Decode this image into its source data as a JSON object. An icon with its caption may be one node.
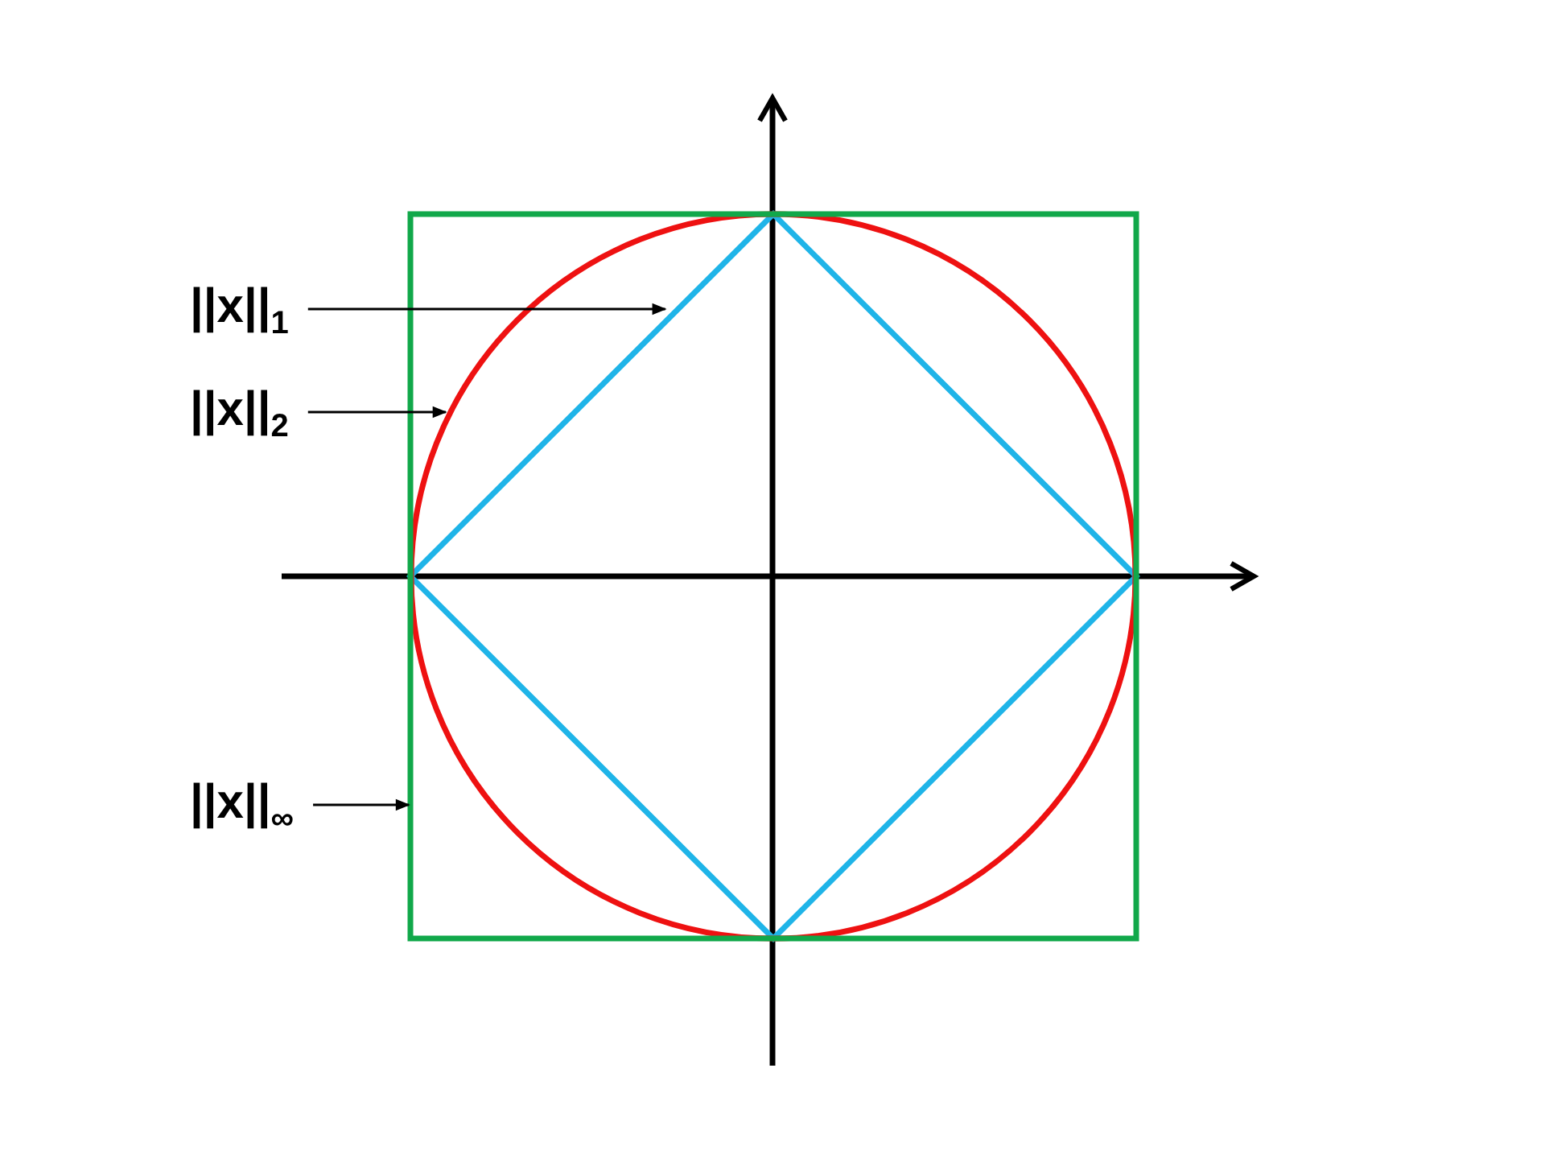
{
  "diagram": {
    "nodes": [
      {
        "text": [
          "||x||$_{1}$"
        ]
      },
      {
        "text": [],
        "shape": "diamond"
      },
      {
        "text": [
          "||x||$_{2}$"
        ]
      },
      {
        "text": [],
        "shape": "circle"
      },
      {
        "text": [
          "||x||$_{∞}$"
        ]
      },
      {
        "text": [],
        "shape": "box"
      }
    ],
    "edges": [
      {
        "from": 0,
        "to": 1,
        "arrow": "to"
      },
      {
        "from": 2,
        "to": 3,
        "arrow": "to"
      },
      {
        "from": 4,
        "to": 5,
        "arrow": "to"
      }
    ]
  }
}
